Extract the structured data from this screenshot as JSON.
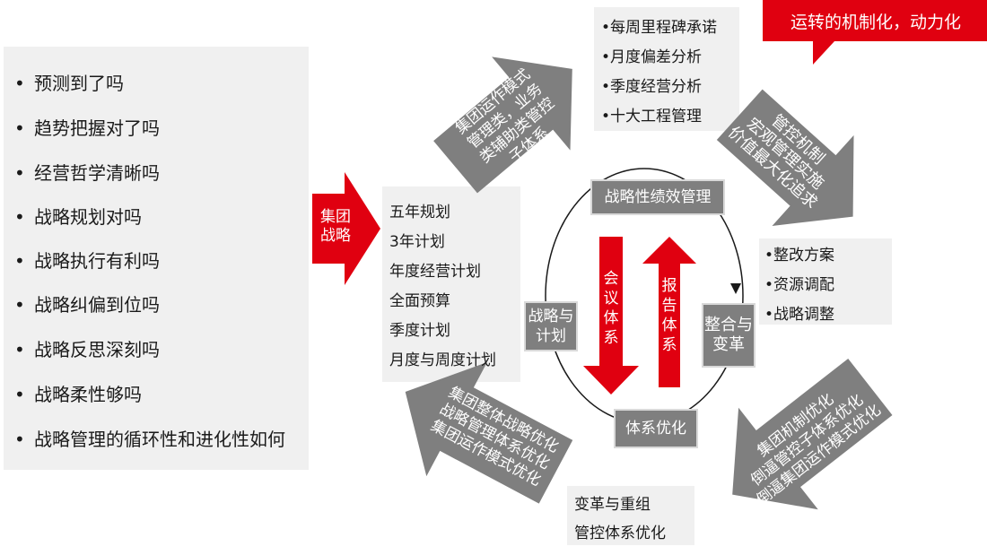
{
  "left_list": [
    "预测到了吗",
    "趋势把握对了吗",
    "经营哲学清晰吗",
    "战略规划对吗",
    "战略执行有利吗",
    "战略纠偏到位吗",
    "战略反思深刻吗",
    "战略柔性够吗",
    "战略管理的循环性和进化性如何"
  ],
  "bullet": "•",
  "group_strategy": [
    "集团",
    "战略"
  ],
  "plans": [
    "五年规划",
    "3年计划",
    "年度经营计划",
    "全面预算",
    "季度计划",
    "月度与周度计划"
  ],
  "top_list": [
    "•每周里程碑承诺",
    "•月度偏差分析",
    "•季度经营分析",
    "•十大工程管理"
  ],
  "banner": "运转的机制化，动力化",
  "arrow_top_left": [
    "集团运作模式",
    "管理类，业务",
    "类辅助类管控",
    "子体系"
  ],
  "arrow_top_right": [
    "管控机制",
    "宏观管理实施",
    "价值最大化追求"
  ],
  "right_list": [
    "•整改方案",
    "•资源调配",
    "•战略调整"
  ],
  "arrow_bottom_right": [
    "集团机制优化",
    "倒逼管控子体系优化",
    "倒逼集团运作模式优化"
  ],
  "arrow_bottom_left": [
    "集团整体战略优化",
    "战略管理体系优化",
    "集团运作模式优化"
  ],
  "bottom_list": [
    "变革与重组",
    "管控体系优化"
  ],
  "cycle": {
    "top": "战略性绩效管理",
    "left": [
      "战略与",
      "计划"
    ],
    "right": [
      "整合与",
      "变革"
    ],
    "bottom": "体系优化",
    "down_arrow": [
      "会",
      "议",
      "体",
      "系"
    ],
    "up_arrow": [
      "报",
      "告",
      "体",
      "系"
    ]
  },
  "colors": {
    "red": "#e00010",
    "gray": "#7f7f7f",
    "panel": "#f0f0f0"
  }
}
